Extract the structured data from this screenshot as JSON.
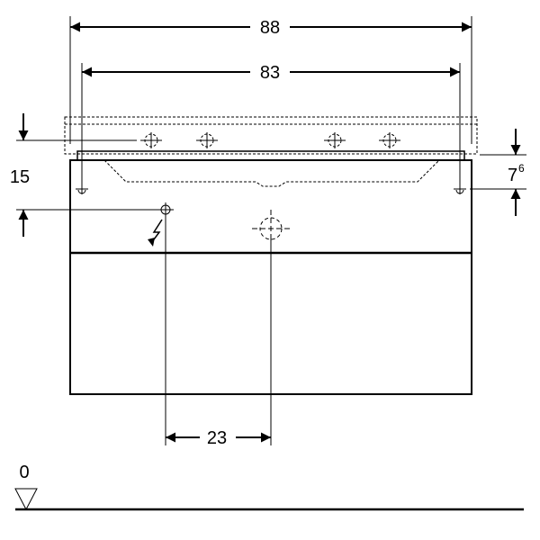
{
  "dimensions": {
    "overall_width": "88",
    "inner_width": "83",
    "left_height": "15",
    "right_height_main": "7",
    "right_height_sup": "6",
    "drain_offset": "23",
    "floor_level": "0"
  },
  "colors": {
    "line": "#000000",
    "background": "#ffffff"
  },
  "icons": [
    "electrical-symbol-icon",
    "floor-level-triangle-icon",
    "mounting-crosshair-icon",
    "drain-outlet-icon"
  ]
}
